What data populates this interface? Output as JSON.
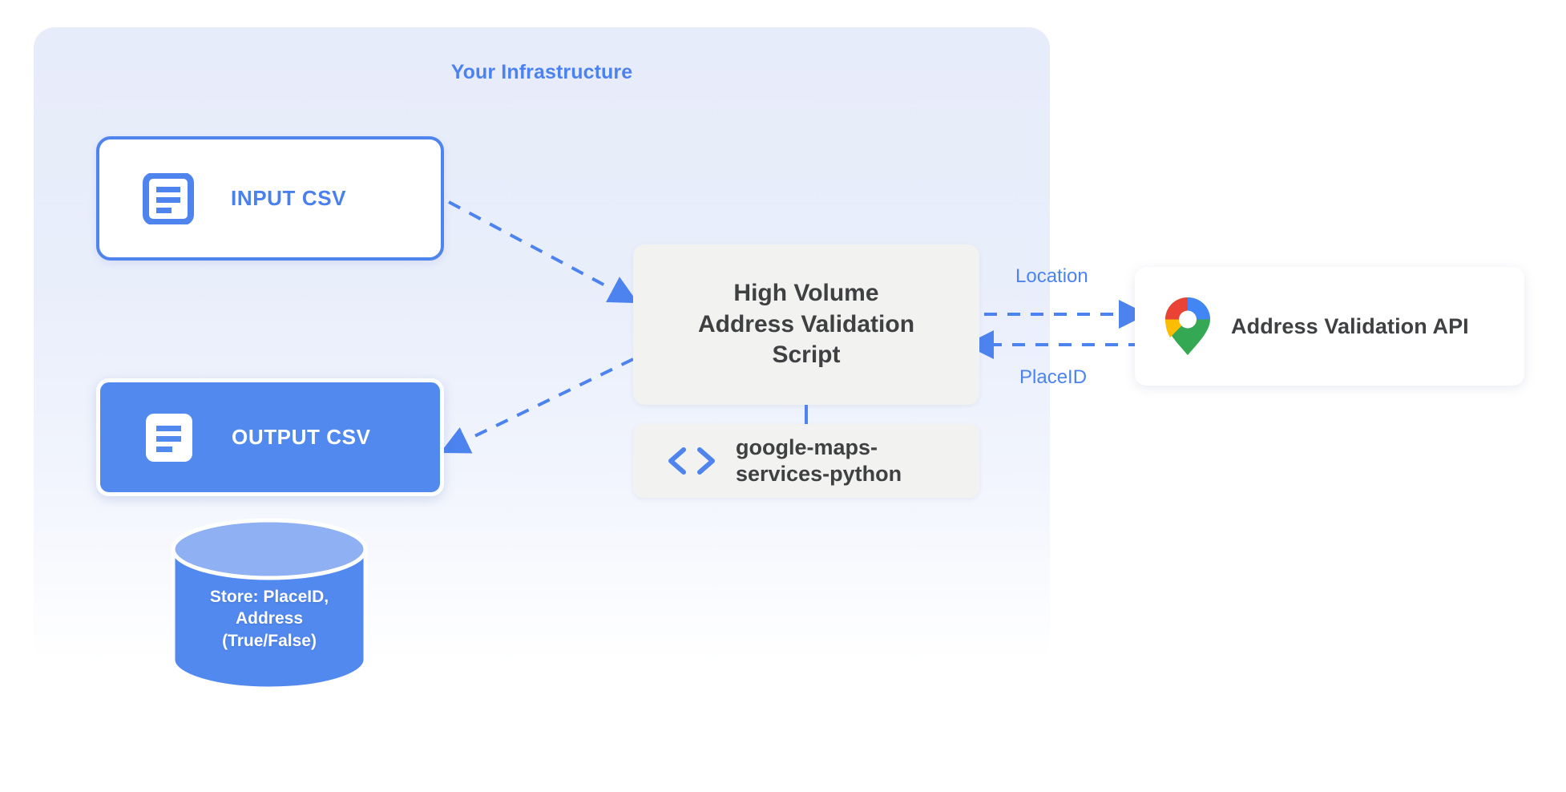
{
  "panel": {
    "title": "Your Infrastructure",
    "background_color": "#e7ecfa"
  },
  "nodes": {
    "input_csv": {
      "label": "INPUT CSV",
      "icon": "document-icon",
      "border_color": "#4f84ef",
      "fill_color": "#ffffff",
      "text_color": "#4a7fee"
    },
    "output_csv": {
      "label": "OUTPUT CSV",
      "icon": "document-icon",
      "fill_color": "#5289ef",
      "text_color": "#ffffff"
    },
    "script": {
      "line1": "High Volume",
      "line2": "Address Validation",
      "line3": "Script",
      "fill_color": "#f2f2f0",
      "text_color": "#3f4042"
    },
    "library": {
      "line1": "google-maps-",
      "line2": "services-python",
      "icon": "code-brackets-icon",
      "icon_color": "#4f84ef",
      "fill_color": "#f2f2f0"
    },
    "api": {
      "label": "Address Validation API",
      "icon": "google-maps-pin-icon",
      "fill_color": "#ffffff",
      "text_color": "#3f4042"
    },
    "database": {
      "line1": "Store: PlaceID,",
      "line2": "Address",
      "line3": "(True/False)",
      "body_color": "#5289ef",
      "top_color": "#8fb0f2",
      "text_color": "#ffffff"
    }
  },
  "edges": {
    "location_label": "Location",
    "placeid_label": "PlaceID",
    "line_color": "#4d83ef",
    "style": "dashed"
  }
}
